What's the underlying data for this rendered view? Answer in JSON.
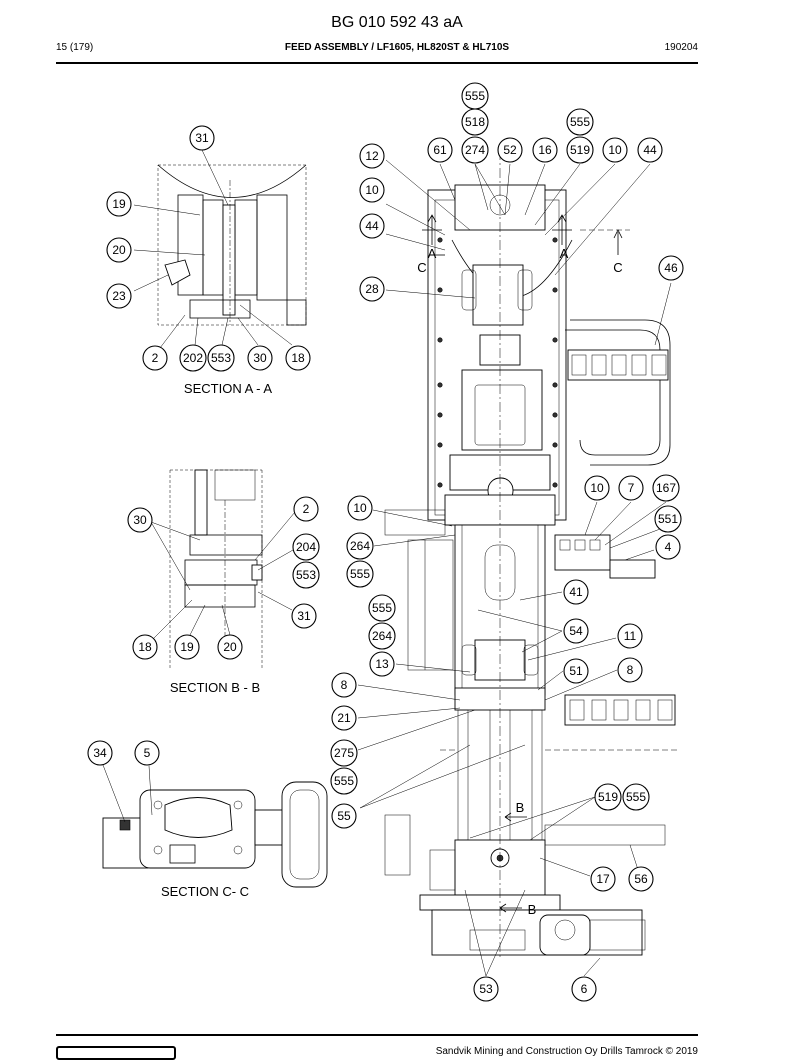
{
  "header": {
    "doc_id": "BG 010 592 43 aA",
    "page": "15 (179)",
    "title": "FEED ASSEMBLY / LF1605, HL820ST & HL710S",
    "date": "190204"
  },
  "sections": {
    "aa": "SECTION A - A",
    "bb": "SECTION B - B",
    "cc": "SECTION C- C"
  },
  "cut_marks": {
    "a": "A",
    "b": "B",
    "c": "C"
  },
  "callouts": {
    "aa": [
      "31",
      "19",
      "20",
      "23",
      "2",
      "202",
      "553",
      "30",
      "18"
    ],
    "bb": [
      "30",
      "2",
      "204",
      "553",
      "31",
      "18",
      "19",
      "20"
    ],
    "cc": [
      "34",
      "5"
    ],
    "main": [
      "555",
      "518",
      "555",
      "61",
      "274",
      "52",
      "16",
      "519",
      "10",
      "44",
      "12",
      "10",
      "44",
      "28",
      "46",
      "10",
      "7",
      "167",
      "551",
      "4",
      "10",
      "264",
      "555",
      "41",
      "555",
      "264",
      "54",
      "11",
      "13",
      "51",
      "8",
      "8",
      "21",
      "275",
      "555",
      "55",
      "519",
      "555",
      "17",
      "56",
      "53",
      "6"
    ]
  },
  "footer": {
    "copyright": "Sandvik Mining and Construction Oy Drills Tamrock © 2019"
  }
}
